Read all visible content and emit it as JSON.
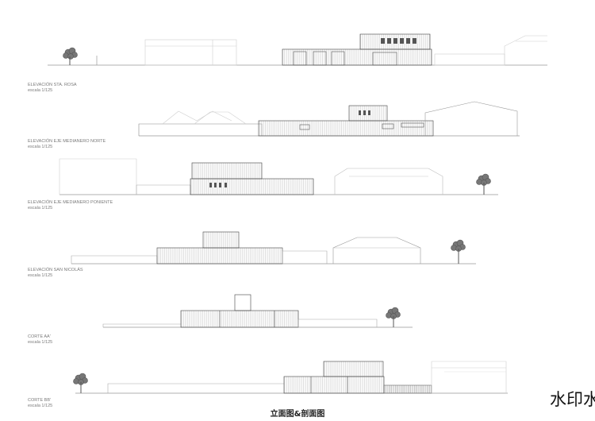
{
  "drawings": [
    {
      "title": "ELEVACIÓN STA. ROSA",
      "scale": "escala 1/125"
    },
    {
      "title": "ELEVACIÓN EJE MEDIANERO NORTE",
      "scale": "escala 1/125"
    },
    {
      "title": "ELEVACIÓN EJE MEDIANERO PONIENTE",
      "scale": "escala 1/125"
    },
    {
      "title": "ELEVACIÓN SAN NICOLÁS",
      "scale": "escala 1/125"
    },
    {
      "title": "CORTE AA'",
      "scale": "escala 1/125"
    },
    {
      "title": "CORTE BB'",
      "scale": "escala 1/125"
    }
  ],
  "caption": "立面图&剖面图",
  "watermark": "水印水"
}
